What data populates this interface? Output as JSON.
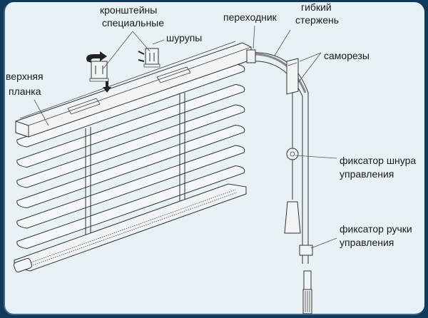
{
  "diagram": {
    "title": "Устройство горизонтальных жалюзи",
    "labels": {
      "brackets": [
        "кронштейны",
        "специальные"
      ],
      "screws": "шурупы",
      "adapter": "переходник",
      "flexible_rod": [
        "гибкий",
        "стержень"
      ],
      "self_tapping_screws": "саморезы",
      "top_rail": [
        "верхняя",
        "планка"
      ],
      "cord_lock": [
        "фиксатор шнура",
        "управления"
      ],
      "wand_holder": [
        "фиксатор ручки",
        "управления"
      ]
    },
    "colors": {
      "frame": "#0e3a5e",
      "panel": "#e8f1f5",
      "line": "#333333"
    },
    "slat_count": 7
  }
}
